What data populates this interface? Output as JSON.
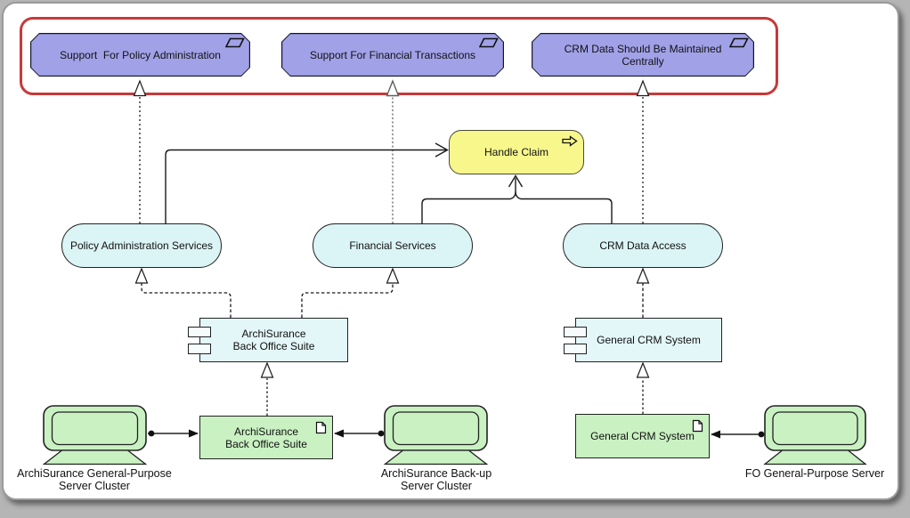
{
  "diagram": {
    "kind": "ArchiMate view",
    "colors": {
      "motivation_fill": "#a1a1e8",
      "group_border": "#c53a3a",
      "process_fill": "#f7f78c",
      "service_fill": "#dbf4f6",
      "component_fill": "#e3f6f8",
      "technology_fill": "#c9f1c2"
    },
    "icons": {
      "requirement": "parallelogram-icon",
      "process": "arrow-right-icon",
      "artifact": "document-icon",
      "component": "module-ports-icon",
      "device": "computer-icon"
    },
    "requirements": [
      {
        "label": "Support  For Policy Administration"
      },
      {
        "label": "Support For Financial Transactions"
      },
      {
        "label": "CRM Data Should Be Maintained Centrally"
      }
    ],
    "process": {
      "label": "Handle Claim"
    },
    "services": [
      {
        "label": "Policy Administration Services"
      },
      {
        "label": "Financial Services"
      },
      {
        "label": "CRM Data Access"
      }
    ],
    "components": [
      {
        "line1": "ArchiSurance",
        "line2": "Back Office Suite"
      },
      {
        "line1": "General CRM System"
      }
    ],
    "artifacts": [
      {
        "line1": "ArchiSurance",
        "line2": "Back Office Suite"
      },
      {
        "line1": "General CRM System"
      }
    ],
    "devices": [
      {
        "line1": "ArchiSurance General-Purpose",
        "line2": "Server Cluster"
      },
      {
        "line1": "ArchiSurance Back-up",
        "line2": "Server Cluster"
      },
      {
        "line1": "FO General-Purpose Server"
      }
    ],
    "relationships": [
      "Policy Administration Services realizes Support For Policy Administration",
      "Financial Services realizes Support For Financial Transactions",
      "CRM Data Access realizes CRM Data Should Be Maintained Centrally",
      "Policy Administration Services serves Handle Claim",
      "Financial Services and CRM Data Access serve Handle Claim",
      "ArchiSurance Back Office Suite realizes Policy Administration Services and Financial Services",
      "General CRM System realizes CRM Data Access",
      "Artifacts realize components; servers are assigned to artifacts"
    ]
  }
}
